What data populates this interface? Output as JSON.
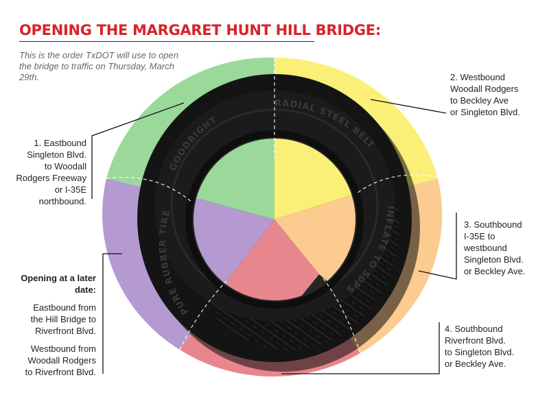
{
  "title": "OPENING THE MARGARET HUNT HILL BRIDGE:",
  "subtitle": "This is the order TxDOT will use to open the bridge to traffic on Thursday, March 29th.",
  "colors": {
    "title_red": "#d8232a",
    "green": "#9ad99a",
    "yellow": "#faf077",
    "orange": "#fccb8f",
    "red": "#e8868d",
    "purple": "#b49ad1",
    "tire": "#111111"
  },
  "segments": [
    {
      "order": 1,
      "color": "green",
      "lines": [
        "1. Eastbound",
        "Singleton Blvd.",
        "to Woodall",
        "Rodgers Freeway",
        "or I-35E",
        "northbound."
      ]
    },
    {
      "order": 2,
      "color": "yellow",
      "lines": [
        "2. Westbound",
        "Woodall Rodgers",
        "to Beckley Ave",
        "or Singleton Blvd."
      ]
    },
    {
      "order": 3,
      "color": "orange",
      "lines": [
        "3. Southbound",
        "I-35E to",
        "westbound",
        "Singleton Blvd.",
        "or Beckley Ave."
      ]
    },
    {
      "order": 4,
      "color": "red",
      "lines": [
        "4. Southbound",
        "Riverfront Blvd.",
        "to Singleton Blvd.",
        "or Beckley Ave."
      ]
    }
  ],
  "later": {
    "heading_lines": [
      "Opening at a later",
      "date:"
    ],
    "item1_lines": [
      "Eastbound from",
      "the Hill Bridge to",
      "Riverfront Blvd."
    ],
    "item2_lines": [
      "Westbound from",
      "Woodall Rodgers",
      "to Riverfront Blvd."
    ],
    "color": "purple"
  },
  "tire_text": {
    "top_left": "GOODRIGHT",
    "top_right": "RADIAL STEEL BELT",
    "left": "PURE RUBBER TIRE",
    "right": "INFLATE TO 50PSI"
  }
}
